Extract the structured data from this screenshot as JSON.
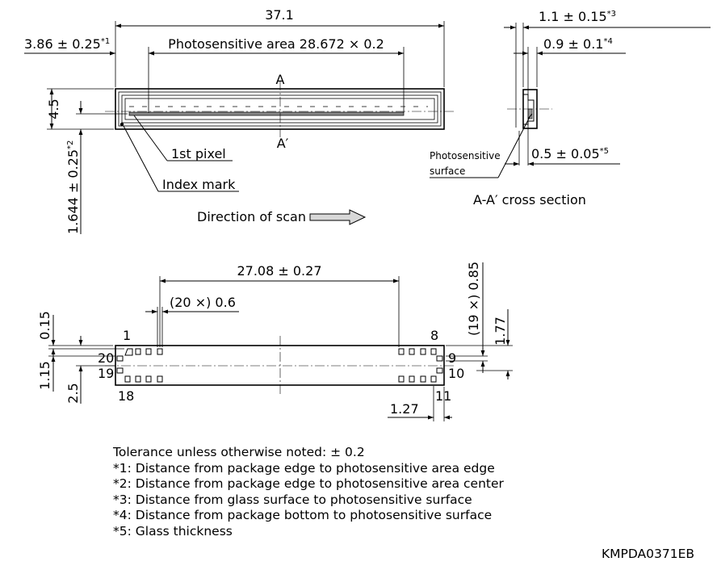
{
  "top_view": {
    "overall_length": "37.1",
    "edge_offset": "3.86 ± 0.25",
    "edge_offset_ref": "*1",
    "photosensitive_area": "Photosensitive area 28.672 × 0.2",
    "height": "4.5",
    "center_offset": "1.644 ± 0.25",
    "center_offset_ref": "*2",
    "section_a": "A",
    "section_a_prime": "A′",
    "first_pixel": "1st pixel",
    "index_mark": "Index mark",
    "scan_direction": "Direction of scan"
  },
  "cross_section": {
    "glass_to_surface": "1.1 ± 0.15",
    "glass_to_surface_ref": "*3",
    "bottom_to_surface": "0.9 ± 0.1",
    "bottom_to_surface_ref": "*4",
    "glass_thickness": "0.5 ± 0.05",
    "glass_thickness_ref": "*5",
    "surface_label_1": "Photosensitive",
    "surface_label_2": "surface",
    "title": "A-A′ cross section"
  },
  "bottom_view": {
    "pad_span": "27.08 ± 0.27",
    "pad_pitch_top": "(20 ×) 0.6",
    "pad_pitch_side": "(19 ×) 0.85",
    "dim_015": "0.15",
    "dim_115": "1.15",
    "dim_25": "2.5",
    "dim_177": "1.77",
    "dim_127": "1.27",
    "pin_1": "1",
    "pin_8": "8",
    "pin_9": "9",
    "pin_10": "10",
    "pin_11": "11",
    "pin_18": "18",
    "pin_19": "19",
    "pin_20": "20"
  },
  "notes": [
    "Tolerance unless otherwise noted: ± 0.2",
    "*1: Distance from package edge to photosensitive area edge",
    "*2: Distance from package edge to photosensitive area center",
    "*3: Distance from glass surface to photosensitive surface",
    "*4: Distance from package bottom to photosensitive surface",
    "*5: Glass thickness"
  ],
  "drawing_code": "KMPDA0371EB"
}
